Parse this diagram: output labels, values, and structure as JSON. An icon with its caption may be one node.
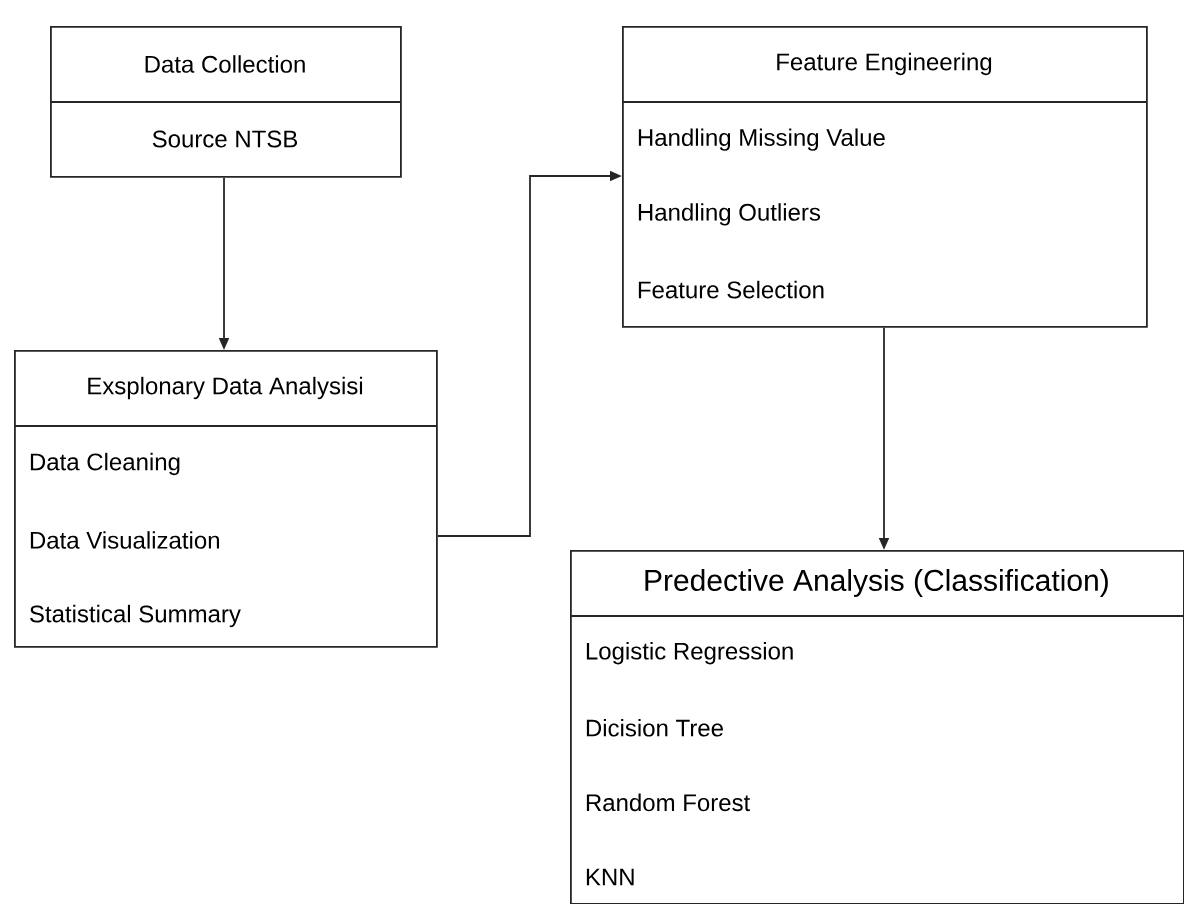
{
  "diagram": {
    "nodes": [
      {
        "text": [
          "Data Collection",
          "Source NTSB"
        ]
      },
      {
        "text": [
          "Exsplonary Data Analysisi",
          "Data Cleaning",
          "Data Visualization",
          "Statistical Summary"
        ]
      },
      {
        "text": [
          "Feature Engineering",
          "Handling Missing Value",
          "Handling Outliers",
          "Feature Selection"
        ]
      },
      {
        "text": [
          "Predective Analysis (Classification)",
          "Logistic Regression",
          "Dicision Tree",
          "Random Forest",
          "KNN"
        ]
      }
    ],
    "edges": [
      {
        "from": 0,
        "to": 1,
        "arrow": "to"
      },
      {
        "from": 1,
        "to": 2,
        "arrow": "to"
      },
      {
        "from": 2,
        "to": 3,
        "arrow": "to"
      }
    ]
  }
}
